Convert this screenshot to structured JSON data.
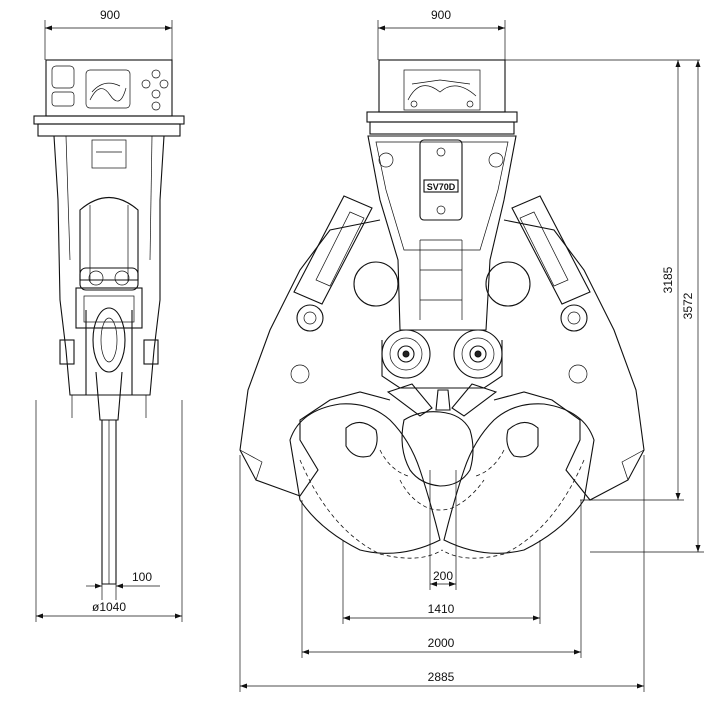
{
  "drawing": {
    "side_view": {
      "top_width": "900",
      "tip_width": "100",
      "diameter": "ø1040"
    },
    "front_view": {
      "top_width": "900",
      "height_inner": "3185",
      "height_overall": "3572",
      "tip_gap": "200",
      "width_1": "1410",
      "width_2": "2000",
      "width_3": "2885",
      "model_label": "SV70D"
    }
  }
}
